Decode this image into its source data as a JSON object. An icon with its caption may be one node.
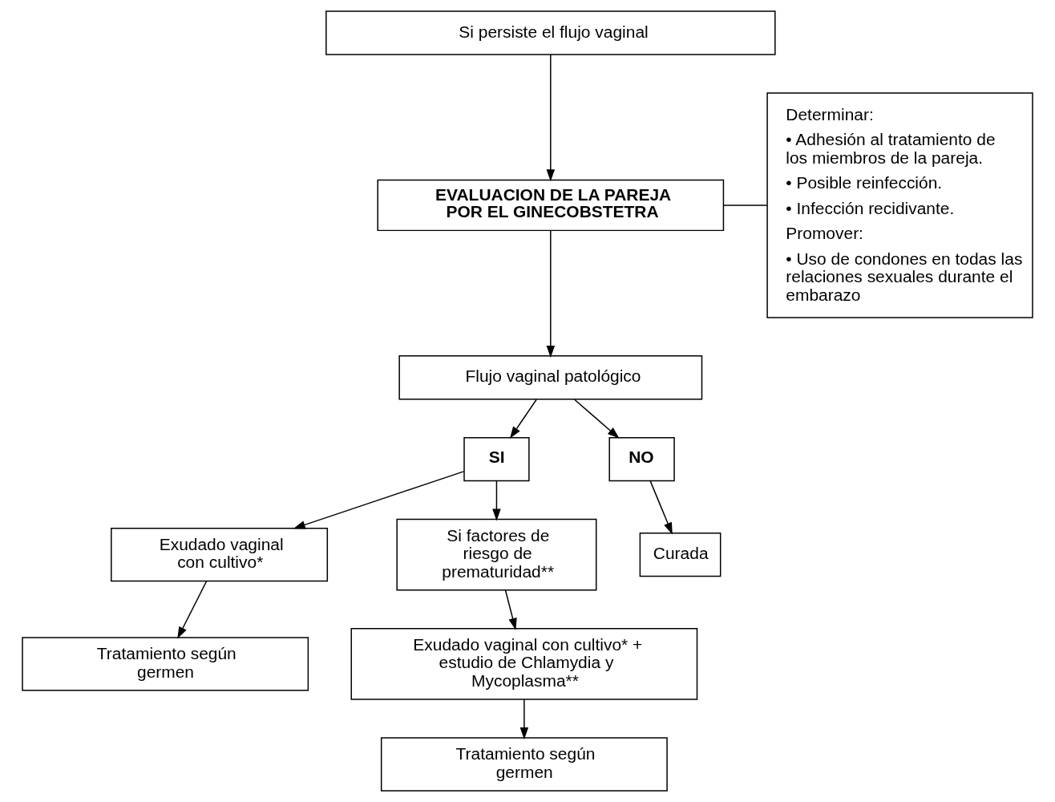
{
  "diagram": {
    "nodes": [
      {
        "text": [
          "Si persiste el flujo vaginal"
        ]
      },
      {
        "text": [
          "EVALUACION DE LA PAREJA POR EL GINECOBSTETRA"
        ]
      },
      {
        "text": [
          "Determinar:",
          "• Adhesión al tratamiento de los miembros de la pareja.",
          "• Posible reinfección.",
          "• Infección recidivante.",
          "Promover:",
          "• Uso de condones en todas las relaciones sexuales durante el embarazo"
        ]
      },
      {
        "text": [
          "Flujo vaginal patológico"
        ]
      },
      {
        "text": [
          "SI"
        ]
      },
      {
        "text": [
          "NO"
        ]
      },
      {
        "text": [
          "Exudado vaginal con cultivo*"
        ]
      },
      {
        "text": [
          "Si factores de riesgo de prematuridad**"
        ]
      },
      {
        "text": [
          "Curada"
        ]
      },
      {
        "text": [
          "Tratamiento según germen"
        ]
      },
      {
        "text": [
          "Exudado vaginal con cultivo* + estudio de Chlamydia y Mycoplasma**"
        ]
      },
      {
        "text": [
          "Tratamiento según germen"
        ]
      }
    ],
    "edges": [
      {
        "from": 0,
        "to": 1,
        "arrow": "to"
      },
      {
        "from": 1,
        "to": 2,
        "arrow": "none"
      },
      {
        "from": 1,
        "to": 3,
        "arrow": "to"
      },
      {
        "from": 3,
        "to": 4,
        "arrow": "to"
      },
      {
        "from": 3,
        "to": 5,
        "arrow": "to"
      },
      {
        "from": 4,
        "to": 6,
        "arrow": "to"
      },
      {
        "from": 4,
        "to": 7,
        "arrow": "to"
      },
      {
        "from": 5,
        "to": 8,
        "arrow": "to"
      },
      {
        "from": 6,
        "to": 9,
        "arrow": "to"
      },
      {
        "from": 7,
        "to": 10,
        "arrow": "to"
      },
      {
        "from": 10,
        "to": 11,
        "arrow": "to"
      }
    ]
  }
}
